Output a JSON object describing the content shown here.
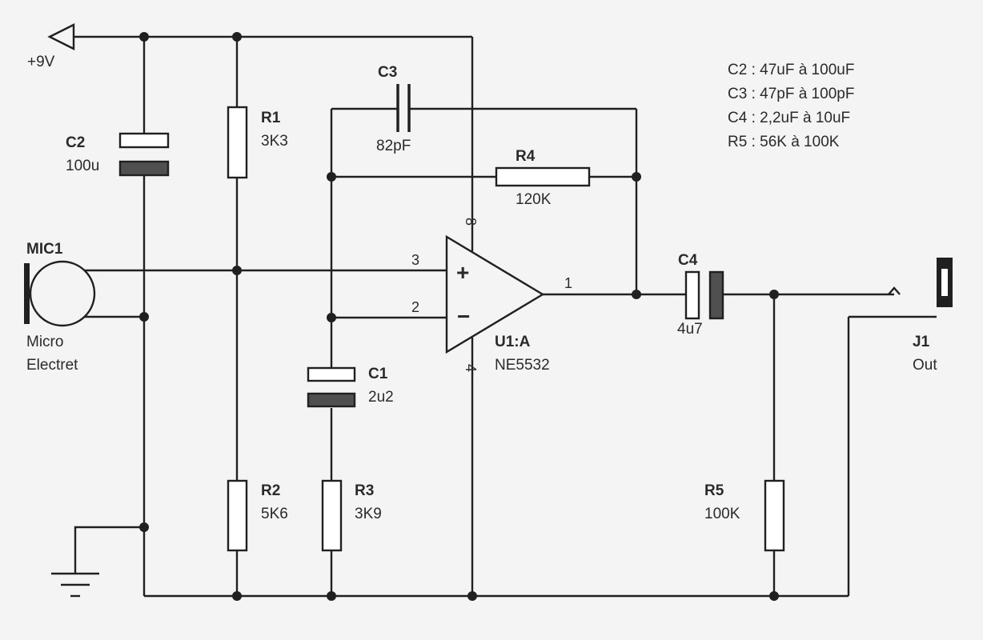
{
  "power": {
    "supply_label": "+9V"
  },
  "components": {
    "mic": {
      "ref": "MIC1",
      "desc_line1": "Micro",
      "desc_line2": "Electret"
    },
    "c1": {
      "ref": "C1",
      "value": "2u2"
    },
    "c2": {
      "ref": "C2",
      "value": "100u"
    },
    "c3": {
      "ref": "C3",
      "value": "82pF"
    },
    "c4": {
      "ref": "C4",
      "value": "4u7"
    },
    "r1": {
      "ref": "R1",
      "value": "3K3"
    },
    "r2": {
      "ref": "R2",
      "value": "5K6"
    },
    "r3": {
      "ref": "R3",
      "value": "3K9"
    },
    "r4": {
      "ref": "R4",
      "value": "120K"
    },
    "r5": {
      "ref": "R5",
      "value": "100K"
    },
    "opamp": {
      "ref": "U1:A",
      "part": "NE5532",
      "plus_sign": "+",
      "minus_sign": "−",
      "pin_plus": "3",
      "pin_minus": "2",
      "pin_out": "1",
      "pin_vcc": "8",
      "pin_gnd": "4"
    },
    "jack": {
      "ref": "J1",
      "value": "Out"
    }
  },
  "notes": [
    "C2 : 47uF à 100uF",
    "C3 : 47pF à 100pF",
    "C4 : 2,2uF à 10uF",
    "R5 : 56K à 100K"
  ],
  "colors": {
    "background": "#f4f4f4",
    "ink": "#202020"
  }
}
